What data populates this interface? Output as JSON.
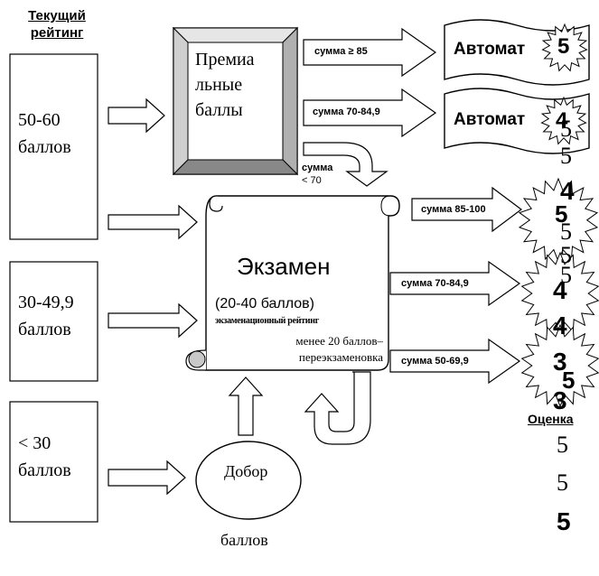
{
  "header": {
    "title_line1": "Текущий",
    "title_line2": "рейтинг"
  },
  "rating_boxes": [
    {
      "line1": "50-60",
      "line2": "баллов"
    },
    {
      "line1": "30-49,9",
      "line2": "баллов"
    },
    {
      "line1": "< 30",
      "line2": "баллов"
    }
  ],
  "premium": {
    "line1": "Премиа",
    "line2": "льные",
    "line3": "баллы"
  },
  "premium_arrows": {
    "a85": "сумма ≥ 85",
    "a70": "сумма 70-84,9",
    "lt70_line1": "сумма",
    "lt70_line2": "< 70"
  },
  "automat": {
    "label": "Автомат"
  },
  "exam": {
    "title": "Экзамен",
    "points": "(20-40 баллов)",
    "rating": "экзаменационный рейтинг",
    "less1": "менее 20 баллов–",
    "less2": "переэкзаменовка"
  },
  "exam_arrows": {
    "a85_100": "сумма 85-100",
    "a70_84": "сумма 70-84,9",
    "a50_69": "сумма 50-69,9"
  },
  "dobor": {
    "label": "Добор",
    "below": "баллов"
  },
  "grades": {
    "auto1": "5",
    "auto2": "4",
    "s1": "4",
    "s2": "4",
    "s3": "3",
    "stray_a": "5",
    "stray_b": "5",
    "stray_c": "5",
    "stray_d": "5",
    "stray_e": "5",
    "stray_f": "5",
    "stray_g": "4",
    "stray_h": "3",
    "stray_i": "3",
    "stray_j": "5"
  },
  "ocenka": {
    "label": "Оценка",
    "v1": "5",
    "v2": "5",
    "v3": "5"
  }
}
